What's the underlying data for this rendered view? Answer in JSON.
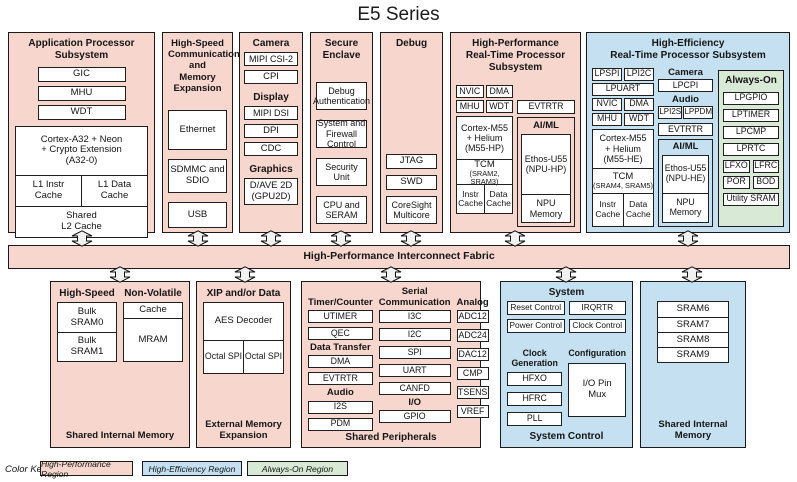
{
  "title": "E5 Series",
  "colors": {
    "high_performance": "#f7d6ce",
    "high_efficiency": "#c5e1f1",
    "always_on": "#d8e9d6"
  },
  "fabric": {
    "label": "High-Performance Interconnect Fabric"
  },
  "app": {
    "title": "Application Processor Subsystem",
    "small": [
      "GIC",
      "MHU",
      "WDT"
    ],
    "core": "Cortex-A32 + Neon\n+ Crypto Extension\n(A32-0)",
    "l1i": "L1 Instr\nCache",
    "l1d": "L1 Data\nCache",
    "l2": "Shared\nL2 Cache"
  },
  "hscomm": {
    "title": "High-Speed\nCommunication and\nMemory Expansion",
    "items": [
      "Ethernet",
      "SDMMC and\nSDIO",
      "USB"
    ]
  },
  "cdg": {
    "camera_header": "Camera",
    "camera_items": [
      "MIPI CSI-2",
      "CPI"
    ],
    "display_header": "Display",
    "display_items": [
      "MIPI DSI",
      "DPI",
      "CDC"
    ],
    "graphics_header": "Graphics",
    "gpu": "D/AVE 2D\n(GPU2D)"
  },
  "secure": {
    "title": "Secure\nEnclave",
    "items": [
      "Debug\nAuthentication",
      "System and\nFirewall Control",
      "Security\nUnit",
      "CPU and\nSERAM"
    ]
  },
  "debug": {
    "title": "Debug",
    "items": [
      "JTAG",
      "SWD",
      "CoreSight\nMulticore"
    ]
  },
  "hp": {
    "title": "High-Performance\nReal-Time Processor Subsystem",
    "grid": [
      "NVIC",
      "DMA",
      "MHU",
      "WDT"
    ],
    "evtrtr": "EVTRTR",
    "core": "Cortex-M55\n+ Helium\n(M55-HP)",
    "tcm": "TCM",
    "tcm_sub": "(SRAM2, SRAM3)",
    "icache": "Instr\nCache",
    "dcache": "Data\nCache",
    "aiml_header": "AI/ML",
    "npu": "Ethos-U55\n(NPU-HP)",
    "npu_mem": "NPU\nMemory"
  },
  "he": {
    "title": "High-Efficiency\nReal-Time Processor Subsystem",
    "lpspi": "LPSPI",
    "lpi2c": "LPI2C",
    "lpuart": "LPUART",
    "grid": [
      "NVIC",
      "DMA",
      "MHU",
      "WDT"
    ],
    "core": "Cortex-M55\n+ Helium\n(M55-HE)",
    "tcm": "TCM",
    "tcm_sub": "(SRAM4, SRAM5)",
    "icache": "Instr\nCache",
    "dcache": "Data\nCache",
    "camera_header": "Camera",
    "lpcpi": "LPCPI",
    "audio_header": "Audio",
    "lpi2s": "LPI2S",
    "lppdm": "LPPDM",
    "evtrtr": "EVTRTR",
    "aiml_header": "AI/ML",
    "npu": "Ethos-U55\n(NPU-HE)",
    "npu_mem": "NPU\nMemory",
    "always_on": {
      "title": "Always-On",
      "items": [
        "LPGPIO",
        "LPTIMER",
        "LPCMP",
        "LPRTC"
      ],
      "pairs": [
        "LFXO",
        "LFRC",
        "POR",
        "BOD"
      ],
      "utility": "Utility SRAM"
    }
  },
  "sim_left": {
    "hs_header": "High-Speed",
    "nv_header": "Non-Volatile",
    "hs_items": [
      "Bulk\nSRAM0",
      "Bulk\nSRAM1"
    ],
    "nv_items": [
      "Cache",
      "MRAM"
    ],
    "footer": "Shared Internal Memory"
  },
  "eme": {
    "header": "XIP and/or Data",
    "aes": "AES Decoder",
    "spi_left": "Octal SPI",
    "spi_right": "Octal SPI",
    "footer": "External Memory\nExpansion"
  },
  "periph": {
    "col1": [
      {
        "h": "Timer/Counter",
        "items": [
          "UTIMER",
          "QEC"
        ]
      },
      {
        "h": "Data Transfer",
        "items": [
          "DMA",
          "EVTRTR"
        ]
      },
      {
        "h": "Audio",
        "items": [
          "I2S",
          "PDM"
        ]
      }
    ],
    "col2": [
      {
        "h": "Serial\nCommunication",
        "items": [
          "I3C",
          "I2C",
          "SPI",
          "UART",
          "CANFD"
        ]
      },
      {
        "h": "I/O",
        "items": [
          "GPIO"
        ]
      }
    ],
    "col3": [
      {
        "h": "Analog",
        "items": [
          "ADC12",
          "ADC24",
          "DAC12",
          "CMP",
          "TSENS",
          "VREF"
        ]
      }
    ],
    "footer": "Shared Peripherals"
  },
  "sysctl": {
    "header": "System",
    "grid": [
      "Reset Control",
      "IRQRTR",
      "Power Control",
      "Clock Control"
    ],
    "clkgen_header": "Clock Generation",
    "clkgen_items": [
      "HFXO",
      "HFRC",
      "PLL"
    ],
    "config_header": "Configuration",
    "pinmux": "I/O Pin\nMux",
    "footer": "System Control"
  },
  "sim_right": {
    "items": [
      "SRAM6",
      "SRAM7",
      "SRAM8",
      "SRAM9"
    ],
    "footer": "Shared Internal Memory"
  },
  "legend": {
    "label": "Color Key:",
    "items": [
      "High-Performance Region",
      "High-Efficiency Region",
      "Always-On Region"
    ]
  }
}
